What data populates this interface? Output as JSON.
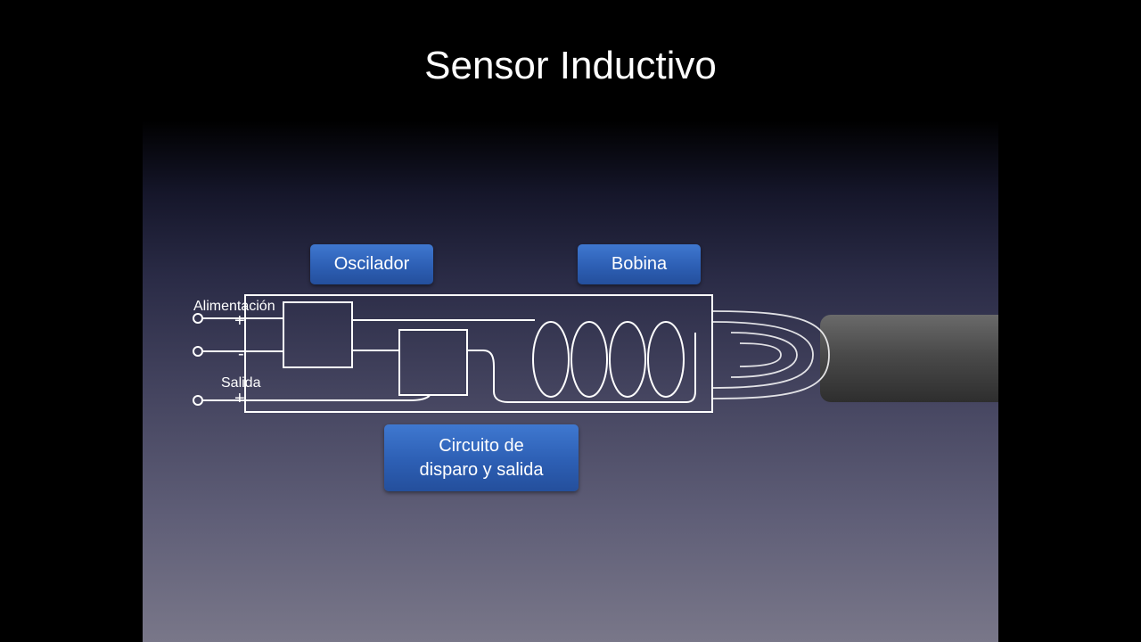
{
  "title": "Sensor Inductivo",
  "labels": {
    "oscilador": "Oscilador",
    "bobina": "Bobina",
    "circuito_line1": "Circuito de",
    "circuito_line2": "disparo y salida",
    "alimentacion": "Alimentación",
    "salida": "Salida"
  },
  "symbols": {
    "plus_top": "+",
    "minus": "-",
    "plus_bottom": "+"
  },
  "colors": {
    "label_box": "#2d5fb4",
    "lines": "#ffffff",
    "target": "#4a4a4a"
  }
}
